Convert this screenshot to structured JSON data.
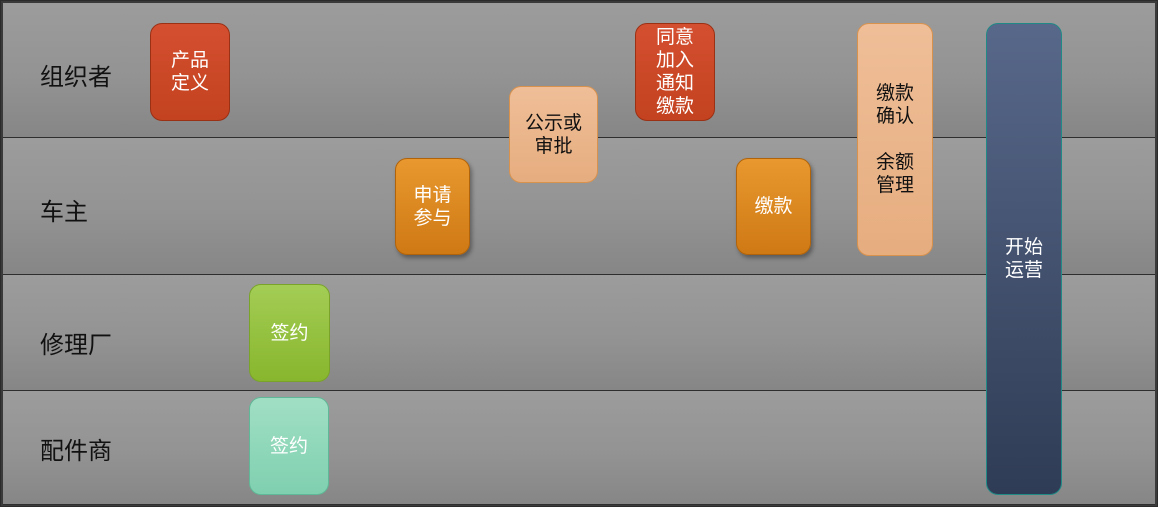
{
  "lanes": [
    {
      "label": "组织者"
    },
    {
      "label": "车主"
    },
    {
      "label": "修理厂"
    },
    {
      "label": "配件商"
    }
  ],
  "steps": {
    "product_definition": "产品\n定义",
    "apply_join": "申请\n参与",
    "publicize_approve": "公示或\n审批",
    "agree_join_notify_pay": "同意\n加入\n通知\n缴款",
    "pay": "缴款",
    "payment_confirm_balance": "缴款\n确认\n\n余额\n管理",
    "repair_sign": "签约",
    "parts_sign": "签约",
    "start_operation": "开始\n运营"
  },
  "colors": {
    "organizer_step": "#c9482a",
    "owner_step": "#dd8a22",
    "light_step": "#ebb58a",
    "repair_step": "#93c03f",
    "parts_step": "#8fd8b9",
    "operation_step": "#44526e"
  }
}
